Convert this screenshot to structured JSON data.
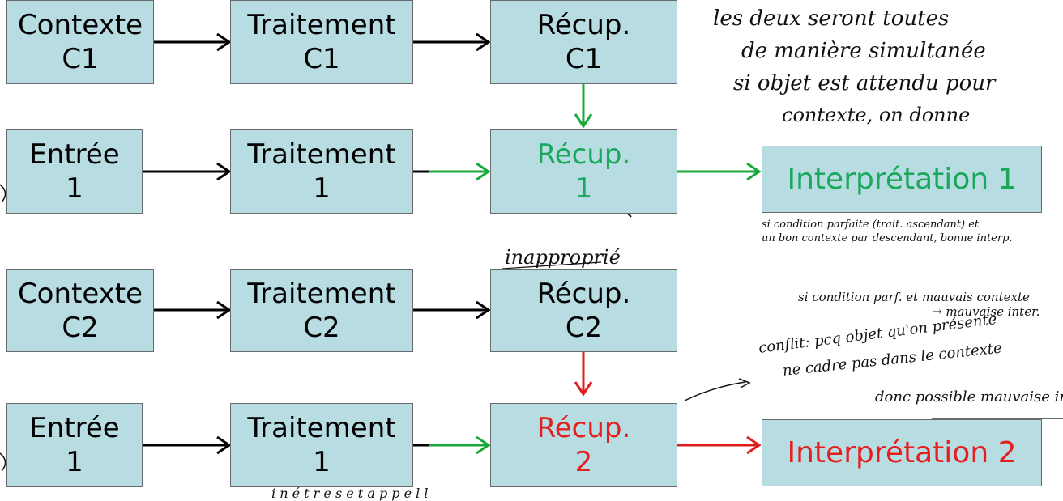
{
  "colors": {
    "box_fill": "#b7dde3",
    "box_border": "#6a6a6a",
    "arrow_black": "#000000",
    "arrow_green": "#1aa83c",
    "arrow_red": "#e01e1e",
    "text_green": "#1aa85a",
    "text_red": "#e61e1e"
  },
  "boxes": {
    "contexte_c1": {
      "line1": "Contexte",
      "line2": "C1"
    },
    "traitement_c1": {
      "line1": "Traitement",
      "line2": "C1"
    },
    "recup_c1": {
      "line1": "Récup.",
      "line2": "C1"
    },
    "entree_1a": {
      "line1": "Entrée",
      "line2": "1"
    },
    "traitement_1a": {
      "line1": "Traitement",
      "line2": "1"
    },
    "recup_1": {
      "line1": "Récup.",
      "line2": "1"
    },
    "interpretation_1": {
      "line1": "Interprétation 1"
    },
    "contexte_c2": {
      "line1": "Contexte",
      "line2": "C2"
    },
    "traitement_c2": {
      "line1": "Traitement",
      "line2": "C2"
    },
    "recup_c2": {
      "line1": "Récup.",
      "line2": "C2"
    },
    "entree_1b": {
      "line1": "Entrée",
      "line2": "1"
    },
    "traitement_1b": {
      "line1": "Traitement",
      "line2": "1"
    },
    "recup_2": {
      "line1": "Récup.",
      "line2": "2"
    },
    "interpretation_2": {
      "line1": "Interprétation 2"
    }
  },
  "annotations": {
    "top_right_1": "les deux seront toutes",
    "top_right_2": "de manière simultanée",
    "top_right_3": "si objet est attendu pour",
    "top_right_4": "contexte, on donne",
    "mid_1": "si condition parfaite (trait. ascendant) et",
    "mid_2": "un bon contexte par descendant, bonne interp.",
    "inapproprie": "inapproprié",
    "cond_1": "si condition parf. et mauvais contexte",
    "cond_2": "→ mauvaise inter.",
    "conflit_1": "conflit: pcq objet qu'on présente",
    "conflit_2": "ne cadre pas dans le contexte",
    "conflit_3": "donc possible mauvaise in",
    "bottom": "i  n  é  t  r  e  s  e  t  a  p  p  e  l  l"
  }
}
